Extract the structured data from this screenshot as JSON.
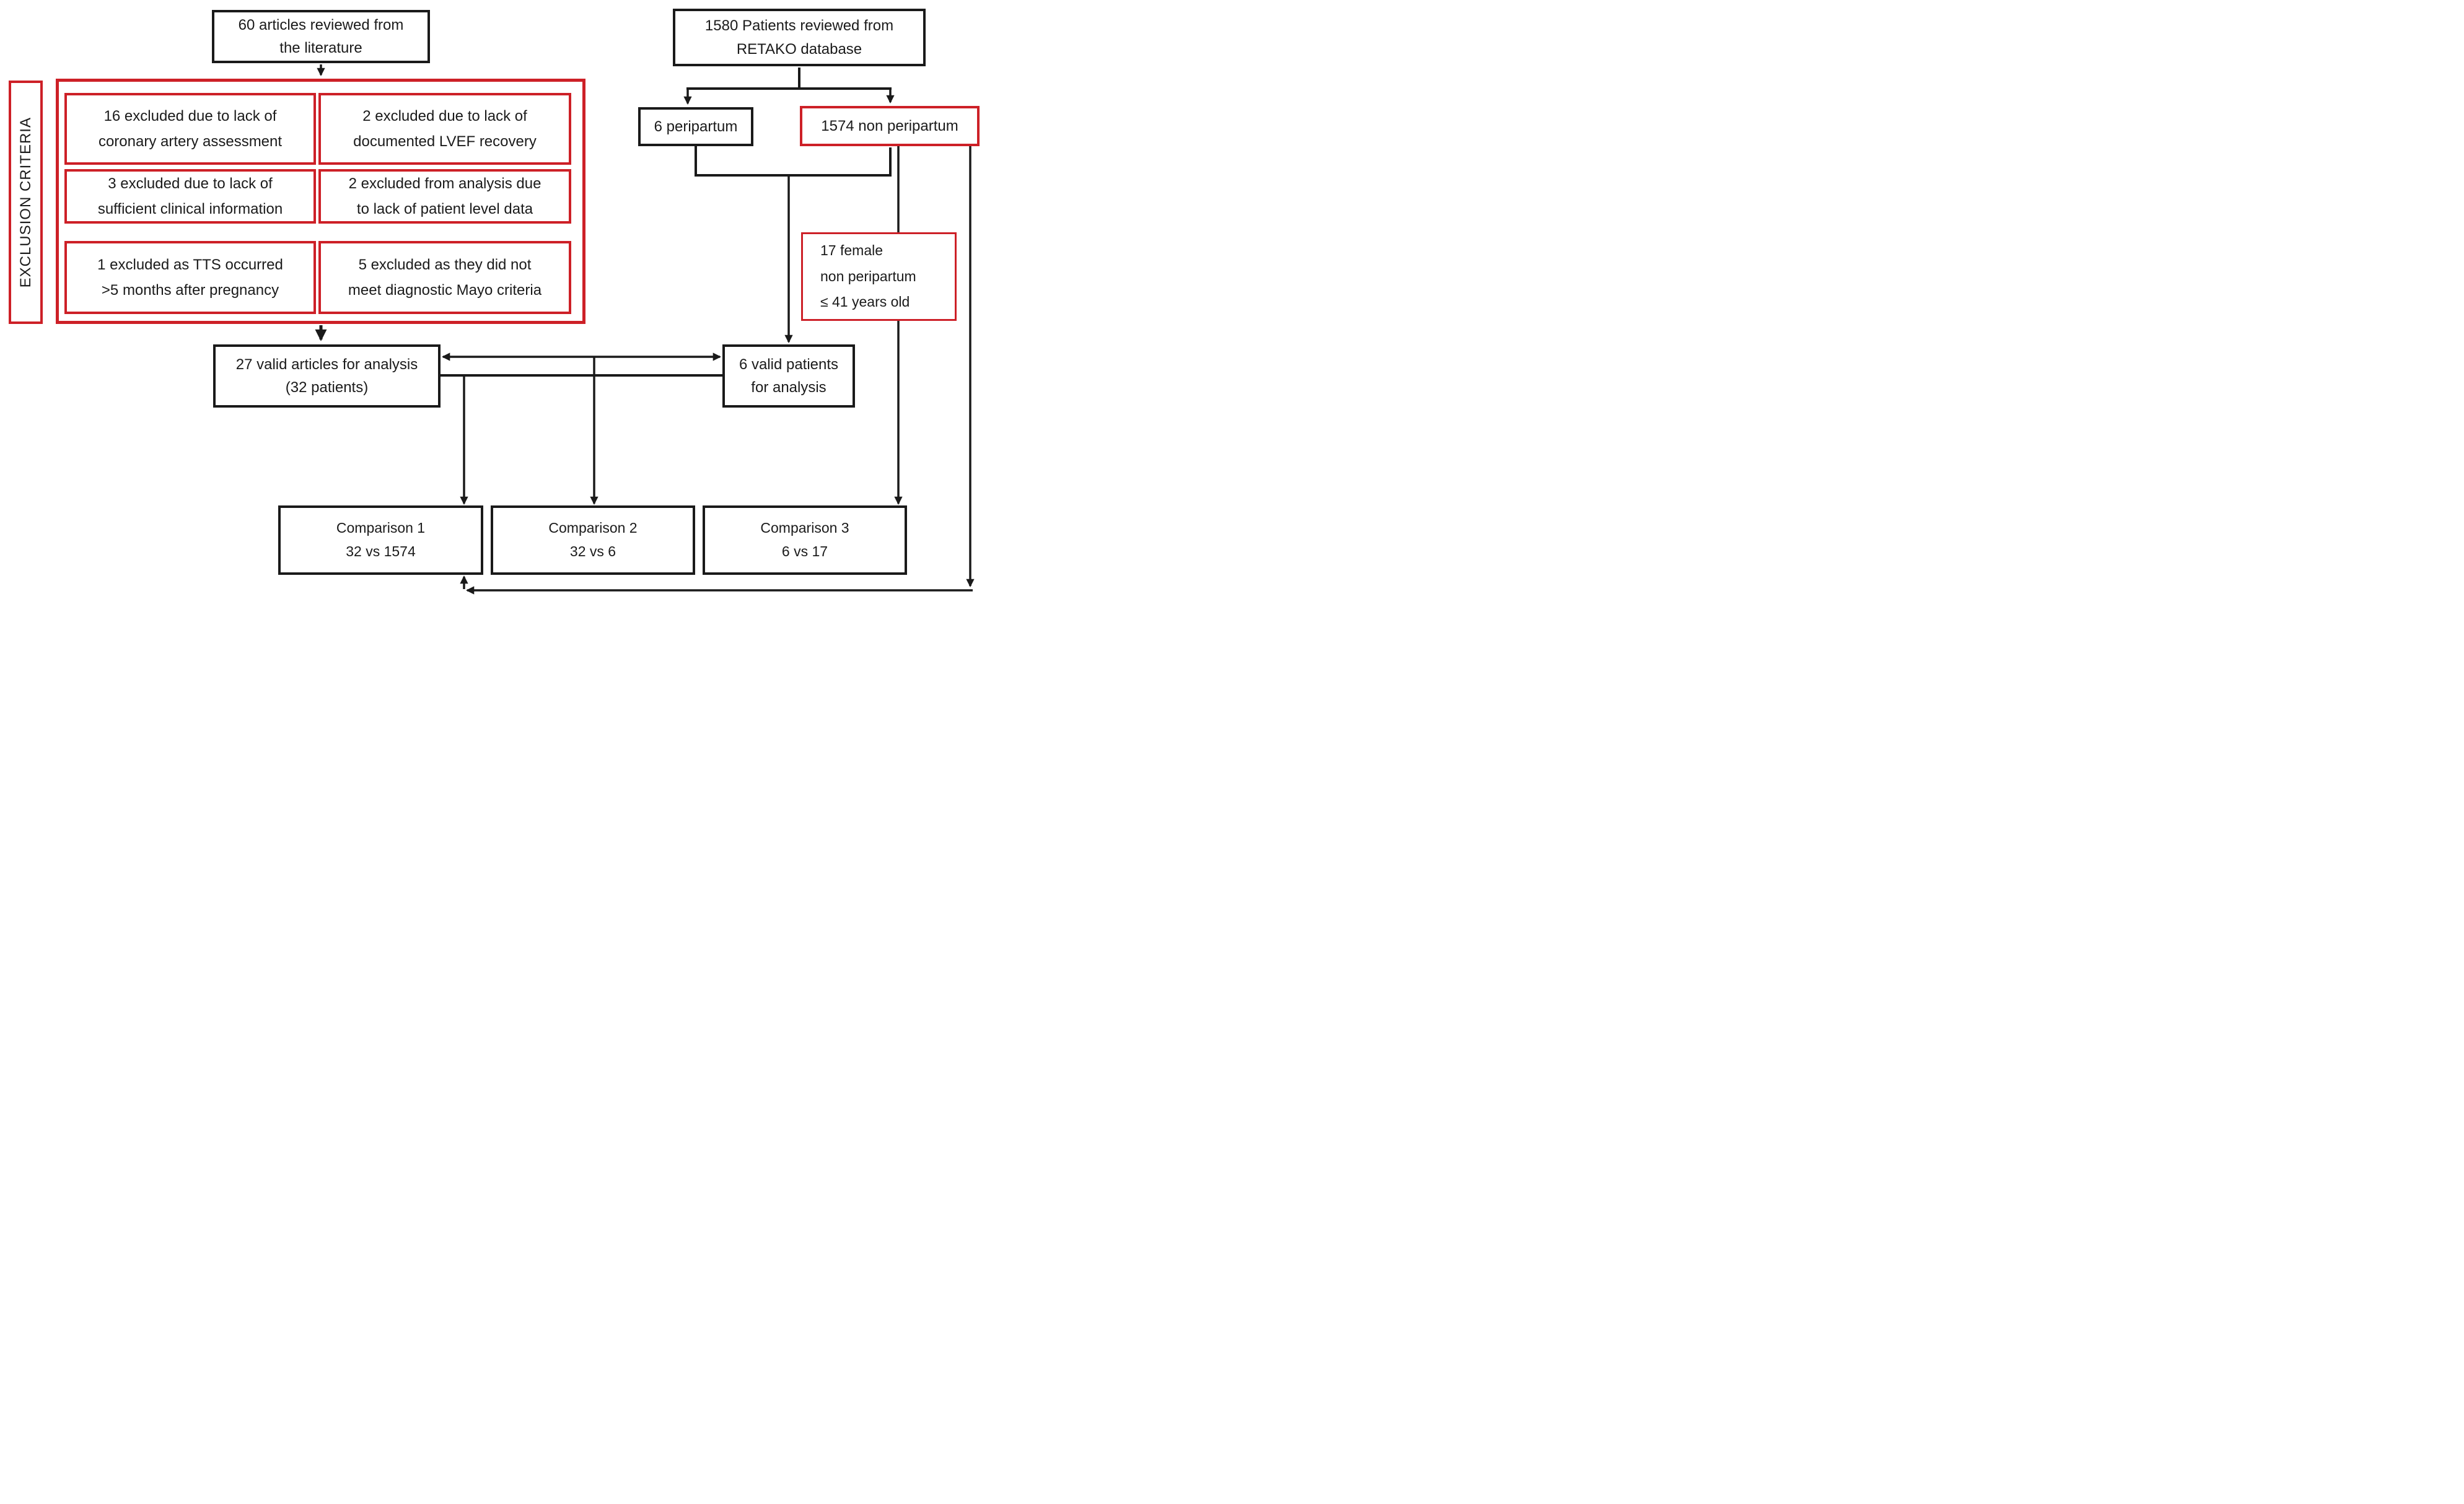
{
  "colors": {
    "accent_red": "#cd2027",
    "line_black": "#1a1a1a"
  },
  "nodes": {
    "articles_reviewed": "60 articles reviewed from\nthe literature",
    "retako_reviewed": "1580  Patients reviewed from\nRETAKO database",
    "exclusion_criteria_label": "EXCLUSION CRITERIA",
    "excl_coronary": "16 excluded due to lack of\ncoronary artery assessment",
    "excl_lvef": "2 excluded due to lack of\ndocumented LVEF recovery",
    "excl_clinical_info": "3 excluded due to lack of\nsufficient clinical information",
    "excl_patient_level": "2 excluded from analysis due\nto lack of patient level data",
    "excl_tts_timing": "1 excluded as TTS occurred\n>5 months after pregnancy",
    "excl_mayo": "5 excluded as they did not\nmeet diagnostic Mayo criteria",
    "valid_articles": "27 valid articles for analysis\n(32 patients)",
    "peripartum": "6 peripartum",
    "non_peripartum": "1574 non peripartum",
    "female_filter": "17 female\nnon peripartum\n≤ 41 years old",
    "valid_patients": "6 valid patients\nfor analysis",
    "comparison1": "Comparison 1\n32 vs 1574",
    "comparison2": "Comparison 2\n32 vs 6",
    "comparison3": "Comparison 3\n6 vs 17"
  }
}
